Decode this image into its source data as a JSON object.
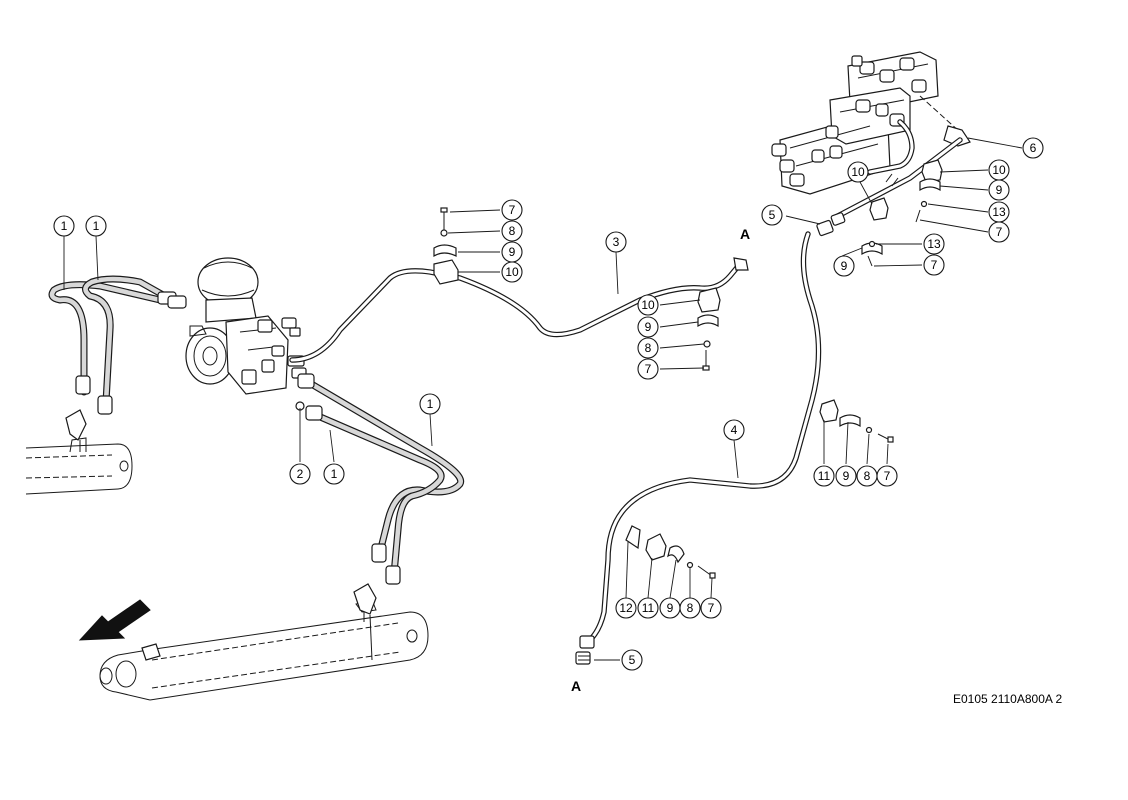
{
  "diagram": {
    "drawing_reference": "E0105 2110A800A 2",
    "connection_label": "A",
    "callouts": {
      "c1a": "1",
      "c1b": "1",
      "c1c": "1",
      "c1d": "1",
      "c2": "2",
      "c3": "3",
      "c4": "4",
      "c5a": "5",
      "c5b": "5",
      "c6": "6",
      "c7a": "7",
      "c7b": "7",
      "c7c": "7",
      "c7d": "7",
      "c7e": "7",
      "c7f": "7",
      "c8a": "8",
      "c8b": "8",
      "c8c": "8",
      "c8d": "8",
      "c9a": "9",
      "c9b": "9",
      "c9c": "9",
      "c9d": "9",
      "c9e": "9",
      "c9f": "9",
      "c10a": "10",
      "c10b": "10",
      "c10c": "10",
      "c10d": "10",
      "c11a": "11",
      "c11b": "11",
      "c12": "12",
      "c13a": "13",
      "c13b": "13"
    }
  }
}
